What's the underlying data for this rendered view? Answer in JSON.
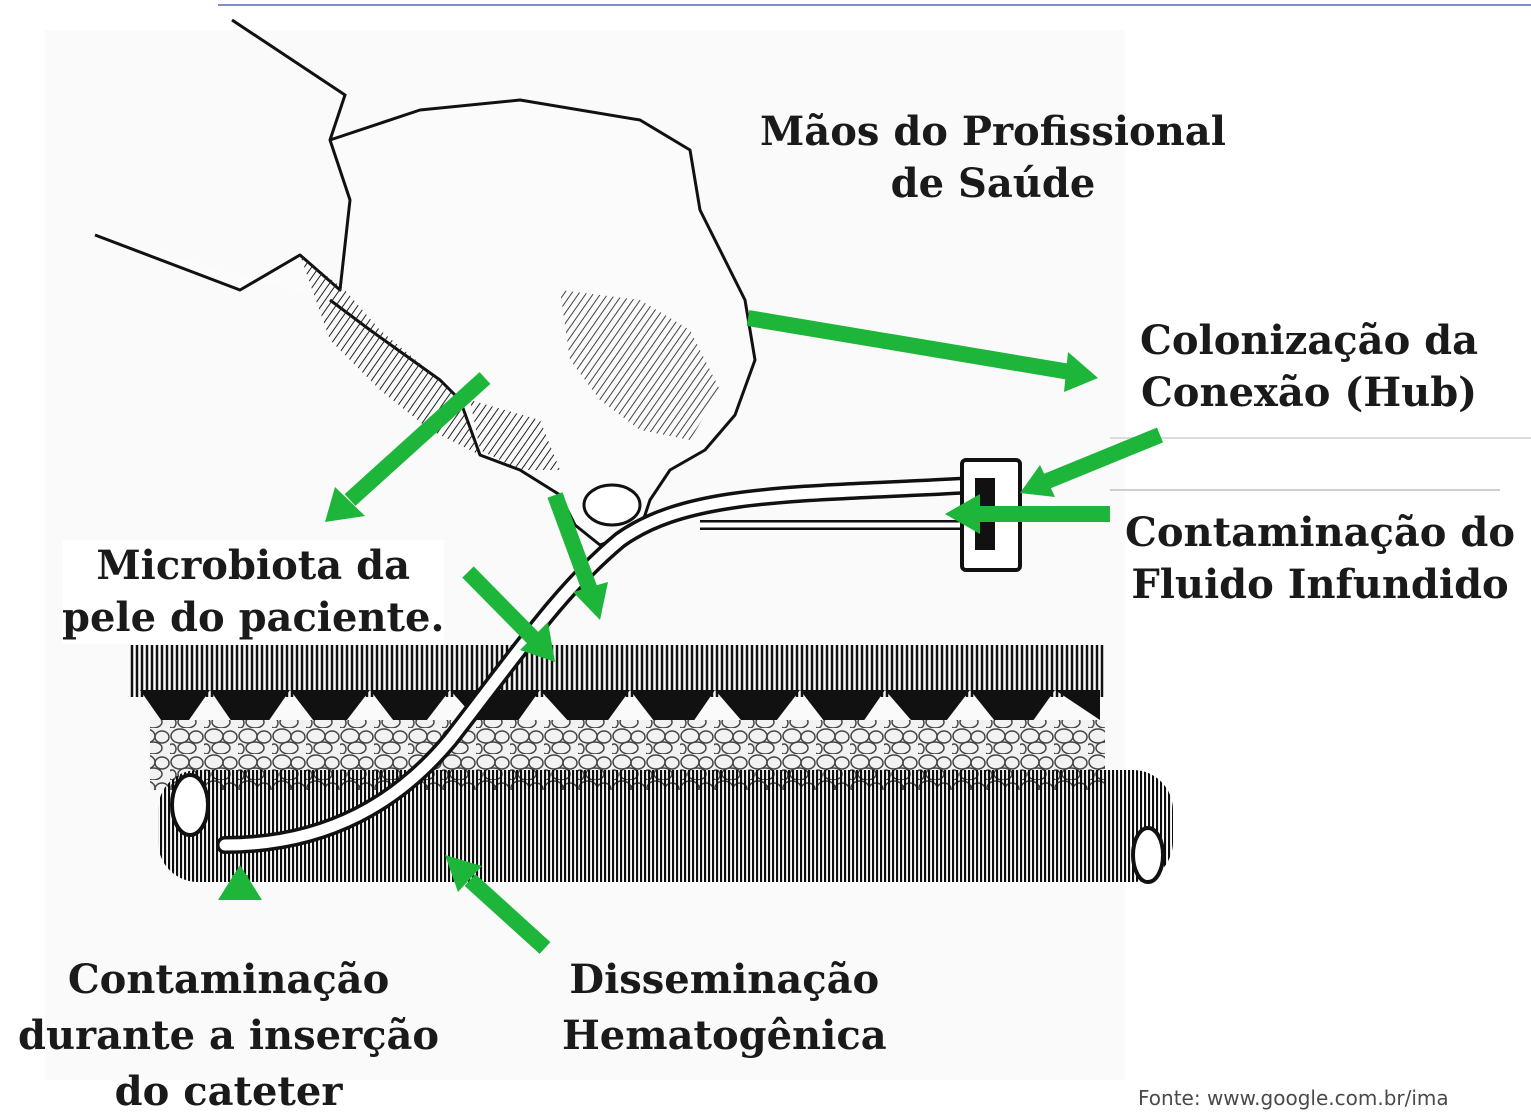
{
  "labels": {
    "maos": [
      "Mãos do Profissional",
      "de Saúde"
    ],
    "colonizacao": [
      "Colonização da",
      "Conexão (Hub)"
    ],
    "contaminacao_fluido": [
      "Contaminação do",
      "Fluido Infundido"
    ],
    "microbiota": [
      "Microbiota da",
      "pele do paciente."
    ],
    "contaminacao_insercao": [
      "Contaminação",
      "durante  a inserção",
      "do cateter"
    ],
    "disseminacao": [
      "Disseminação",
      "Hematogênica"
    ]
  },
  "source": "Fonte: www.google.com.br/ima",
  "colors": {
    "arrow": "#1db53a",
    "ink": "#1a1a1a",
    "rule": "#7f8fc8"
  }
}
